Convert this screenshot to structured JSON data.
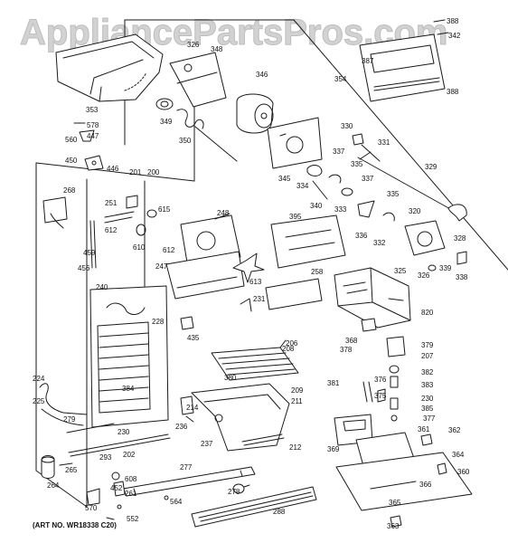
{
  "watermark": "AppliancePartsPros.com",
  "art_number": "(ART NO. WR18338 C20)",
  "part_labels": [
    "388",
    "342",
    "326",
    "348",
    "387",
    "346",
    "353",
    "354",
    "388",
    "578",
    "349",
    "447",
    "560",
    "350",
    "330",
    "331",
    "337",
    "335",
    "345",
    "450",
    "446",
    "201",
    "200",
    "329",
    "334",
    "337",
    "340",
    "335",
    "268",
    "251",
    "333",
    "320",
    "395",
    "248",
    "615",
    "336",
    "328",
    "612",
    "610",
    "332",
    "612",
    "339",
    "459",
    "247",
    "325",
    "326",
    "338",
    "613",
    "456",
    "258",
    "231",
    "240",
    "228",
    "820",
    "435",
    "206",
    "208",
    "378",
    "379",
    "368",
    "380",
    "207",
    "382",
    "381",
    "376",
    "383",
    "224",
    "209",
    "375",
    "384",
    "230",
    "225",
    "214",
    "211",
    "385",
    "377",
    "236",
    "279",
    "230",
    "361",
    "362",
    "237",
    "369",
    "212",
    "202",
    "364",
    "293",
    "277",
    "608",
    "265",
    "360",
    "452",
    "261",
    "564",
    "264",
    "278",
    "366",
    "365",
    "570",
    "288",
    "552",
    "363"
  ]
}
